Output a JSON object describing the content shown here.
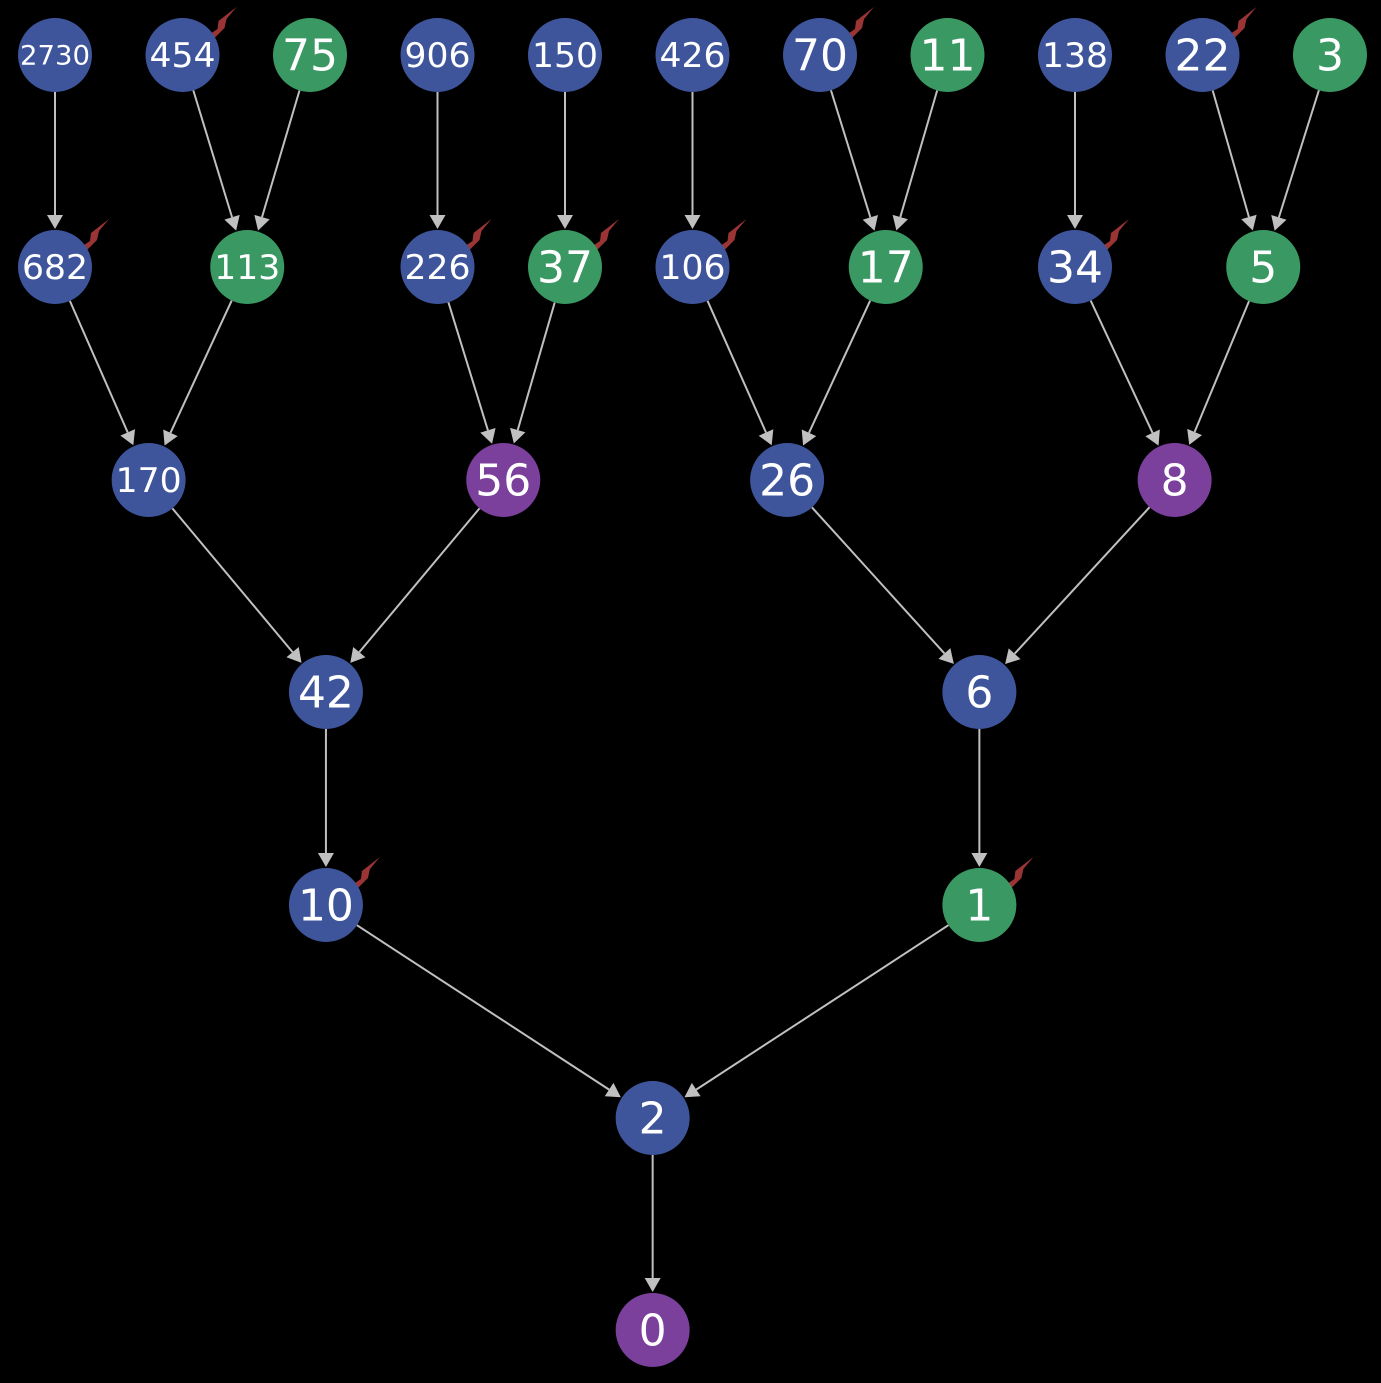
{
  "diagram": {
    "type": "tree",
    "direction": "top-to-bottom",
    "colors": {
      "background": "#000000",
      "blue": "#3e559c",
      "green": "#3a9963",
      "purple": "#7b3f9c",
      "edge": "#c0c0c0",
      "marker": "#9b3535",
      "label": "#ffffff"
    },
    "nodes": [
      {
        "id": "n2730",
        "label": "2730",
        "color": "blue",
        "level": 0,
        "col": 0,
        "marker": false
      },
      {
        "id": "n454",
        "label": "454",
        "color": "blue",
        "level": 0,
        "col": 1,
        "marker": true
      },
      {
        "id": "n75",
        "label": "75",
        "color": "green",
        "level": 0,
        "col": 2,
        "marker": false
      },
      {
        "id": "n906",
        "label": "906",
        "color": "blue",
        "level": 0,
        "col": 3,
        "marker": false
      },
      {
        "id": "n150",
        "label": "150",
        "color": "blue",
        "level": 0,
        "col": 4,
        "marker": false
      },
      {
        "id": "n426",
        "label": "426",
        "color": "blue",
        "level": 0,
        "col": 5,
        "marker": false
      },
      {
        "id": "n70",
        "label": "70",
        "color": "blue",
        "level": 0,
        "col": 6,
        "marker": true
      },
      {
        "id": "n11",
        "label": "11",
        "color": "green",
        "level": 0,
        "col": 7,
        "marker": false
      },
      {
        "id": "n138",
        "label": "138",
        "color": "blue",
        "level": 0,
        "col": 8,
        "marker": false
      },
      {
        "id": "n22",
        "label": "22",
        "color": "blue",
        "level": 0,
        "col": 9,
        "marker": true
      },
      {
        "id": "n3",
        "label": "3",
        "color": "green",
        "level": 0,
        "col": 10,
        "marker": false
      },
      {
        "id": "n682",
        "label": "682",
        "color": "blue",
        "level": 1,
        "parents": [
          "n2730"
        ],
        "marker": true
      },
      {
        "id": "n113",
        "label": "113",
        "color": "green",
        "level": 1,
        "parents": [
          "n454",
          "n75"
        ],
        "marker": false
      },
      {
        "id": "n226",
        "label": "226",
        "color": "blue",
        "level": 1,
        "parents": [
          "n906"
        ],
        "marker": true
      },
      {
        "id": "n37",
        "label": "37",
        "color": "green",
        "level": 1,
        "parents": [
          "n150"
        ],
        "marker": true
      },
      {
        "id": "n106",
        "label": "106",
        "color": "blue",
        "level": 1,
        "parents": [
          "n426"
        ],
        "marker": true
      },
      {
        "id": "n17",
        "label": "17",
        "color": "green",
        "level": 1,
        "parents": [
          "n70",
          "n11"
        ],
        "marker": false
      },
      {
        "id": "n34",
        "label": "34",
        "color": "blue",
        "level": 1,
        "parents": [
          "n138"
        ],
        "marker": true
      },
      {
        "id": "n5",
        "label": "5",
        "color": "green",
        "level": 1,
        "parents": [
          "n22",
          "n3"
        ],
        "marker": false
      },
      {
        "id": "n170",
        "label": "170",
        "color": "blue",
        "level": 2,
        "parents": [
          "n682",
          "n113"
        ],
        "marker": false
      },
      {
        "id": "n56",
        "label": "56",
        "color": "purple",
        "level": 2,
        "parents": [
          "n226",
          "n37"
        ],
        "marker": false
      },
      {
        "id": "n26",
        "label": "26",
        "color": "blue",
        "level": 2,
        "parents": [
          "n106",
          "n17"
        ],
        "marker": false
      },
      {
        "id": "n8",
        "label": "8",
        "color": "purple",
        "level": 2,
        "parents": [
          "n34",
          "n5"
        ],
        "marker": false
      },
      {
        "id": "n42",
        "label": "42",
        "color": "blue",
        "level": 3,
        "parents": [
          "n170",
          "n56"
        ],
        "marker": false
      },
      {
        "id": "n6",
        "label": "6",
        "color": "blue",
        "level": 3,
        "parents": [
          "n26",
          "n8"
        ],
        "marker": false
      },
      {
        "id": "n10",
        "label": "10",
        "color": "blue",
        "level": 4,
        "parents": [
          "n42"
        ],
        "marker": true
      },
      {
        "id": "n1",
        "label": "1",
        "color": "green",
        "level": 4,
        "parents": [
          "n6"
        ],
        "marker": true
      },
      {
        "id": "n2",
        "label": "2",
        "color": "blue",
        "level": 5,
        "parents": [
          "n10",
          "n1"
        ],
        "marker": false
      },
      {
        "id": "n0",
        "label": "0",
        "color": "purple",
        "level": 6,
        "parents": [
          "n2"
        ],
        "marker": false
      }
    ],
    "edges": [
      [
        "n2730",
        "n682"
      ],
      [
        "n454",
        "n113"
      ],
      [
        "n75",
        "n113"
      ],
      [
        "n906",
        "n226"
      ],
      [
        "n150",
        "n37"
      ],
      [
        "n426",
        "n106"
      ],
      [
        "n70",
        "n17"
      ],
      [
        "n11",
        "n17"
      ],
      [
        "n138",
        "n34"
      ],
      [
        "n22",
        "n5"
      ],
      [
        "n3",
        "n5"
      ],
      [
        "n682",
        "n170"
      ],
      [
        "n113",
        "n170"
      ],
      [
        "n226",
        "n56"
      ],
      [
        "n37",
        "n56"
      ],
      [
        "n106",
        "n26"
      ],
      [
        "n17",
        "n26"
      ],
      [
        "n34",
        "n8"
      ],
      [
        "n5",
        "n8"
      ],
      [
        "n170",
        "n42"
      ],
      [
        "n56",
        "n42"
      ],
      [
        "n26",
        "n6"
      ],
      [
        "n8",
        "n6"
      ],
      [
        "n42",
        "n10"
      ],
      [
        "n6",
        "n1"
      ],
      [
        "n10",
        "n2"
      ],
      [
        "n1",
        "n2"
      ],
      [
        "n2",
        "n0"
      ]
    ]
  }
}
